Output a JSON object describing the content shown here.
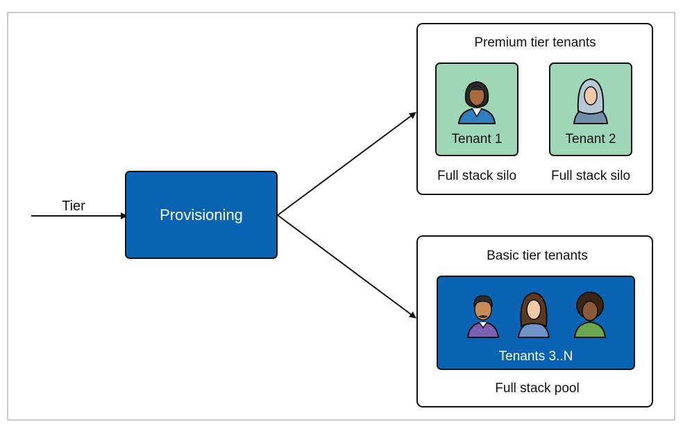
{
  "diagram": {
    "input_label": "Tier",
    "provisioning_label": "Provisioning",
    "premium": {
      "title": "Premium tier tenants",
      "tenants": [
        {
          "label": "Tenant 1",
          "caption": "Full stack silo",
          "icon": "woman-avatar-icon"
        },
        {
          "label": "Tenant 2",
          "caption": "Full stack silo",
          "icon": "woman-hijab-avatar-icon"
        }
      ]
    },
    "basic": {
      "title": "Basic tier tenants",
      "pool_label": "Tenants 3..N",
      "caption": "Full stack pool",
      "icons": [
        "man-mustache-avatar-icon",
        "woman-long-hair-avatar-icon",
        "man-curly-hair-avatar-icon"
      ]
    },
    "footer_text": "",
    "colors": {
      "provisioning_fill": "#0b63b3",
      "tile_green": "#9fd6b8",
      "pool_blue": "#0b63b3",
      "border": "#111111"
    }
  }
}
